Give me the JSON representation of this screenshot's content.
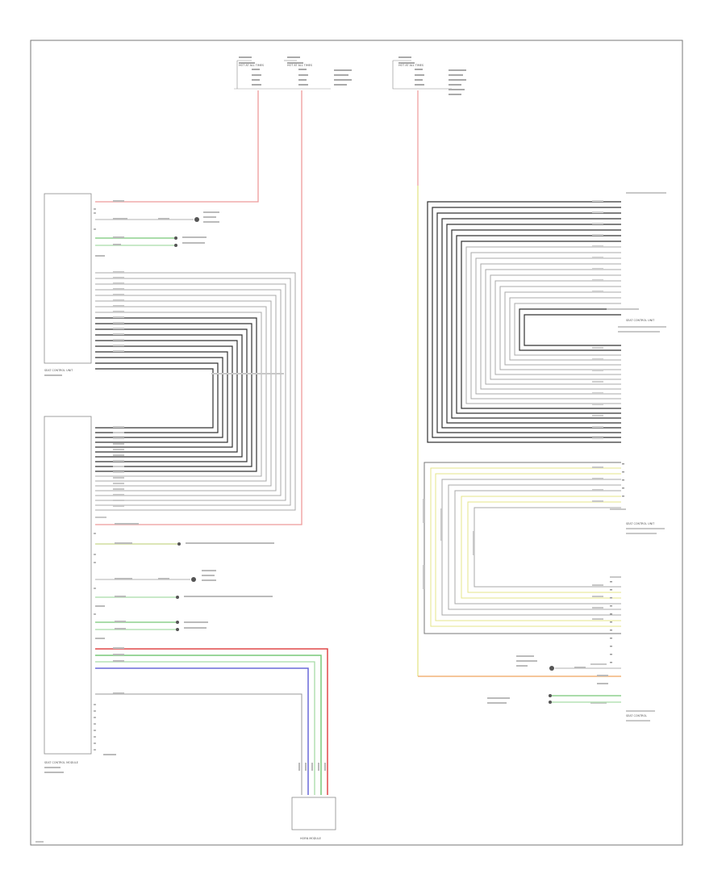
{
  "colors": {
    "black": "#333333",
    "grey": "#a8a8a8",
    "red": "#ee9a9a",
    "redStrong": "#e04848",
    "green": "#78c878",
    "greenLight": "#a8dca8",
    "yellow": "#e4e48a",
    "blue": "#6a6ad8",
    "orange": "#f2b478",
    "frame": "#777777",
    "box": "#8a8a8a"
  },
  "labels": {
    "diagram_id": "xxxxx",
    "left_module_top": "SEAT CONTROL UNIT",
    "left_module_bottom": "SEAT CONTROL MODULE",
    "horn_module": "HORN MODULE",
    "right_module_top": "SEAT CONTROL UNIT",
    "right_module_mid": "SEAT CONTROL UNIT",
    "right_module_bottom": "SEAT CONTROL"
  },
  "fuses": [
    {
      "id": "F1",
      "title": "HOT AT ALL TIMES"
    },
    {
      "id": "F2",
      "title": "HOT AT ALL TIMES"
    },
    {
      "id": "F3",
      "title": "HOT AT ALL TIMES"
    }
  ]
}
